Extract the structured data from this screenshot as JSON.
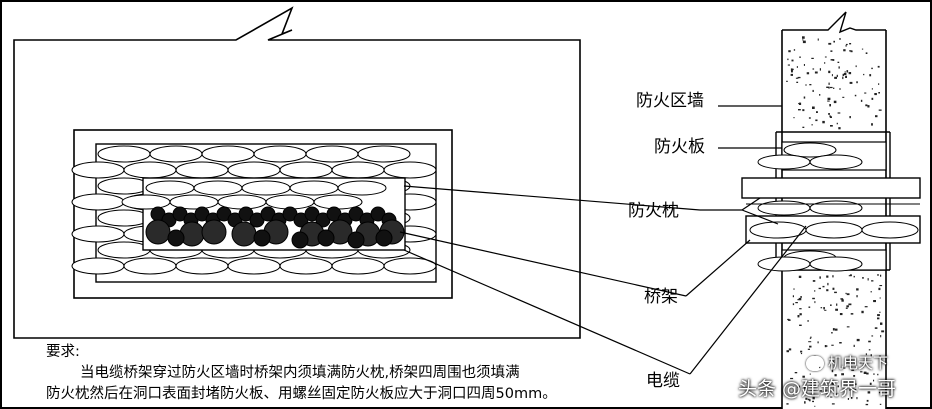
{
  "labels": {
    "fire_wall": "防火区墙",
    "fire_board": "防火板",
    "fire_pillow": "防火枕",
    "cable_tray": "桥架",
    "cable": "电缆"
  },
  "requirements": {
    "heading": "要求:",
    "line1": "当电缆桥架穿过防火区墙时桥架内须填满防火枕,桥架四周围也须填满",
    "line2": "防火枕然后在洞口表面封堵防火板、用螺丝固定防火板应大于洞口四周50mm。"
  },
  "watermarks": {
    "brand": "机电天下",
    "source": "头条 @建筑界一哥"
  },
  "colors": {
    "line": "#000000",
    "background": "#ffffff",
    "cable_fill": "#111111"
  }
}
